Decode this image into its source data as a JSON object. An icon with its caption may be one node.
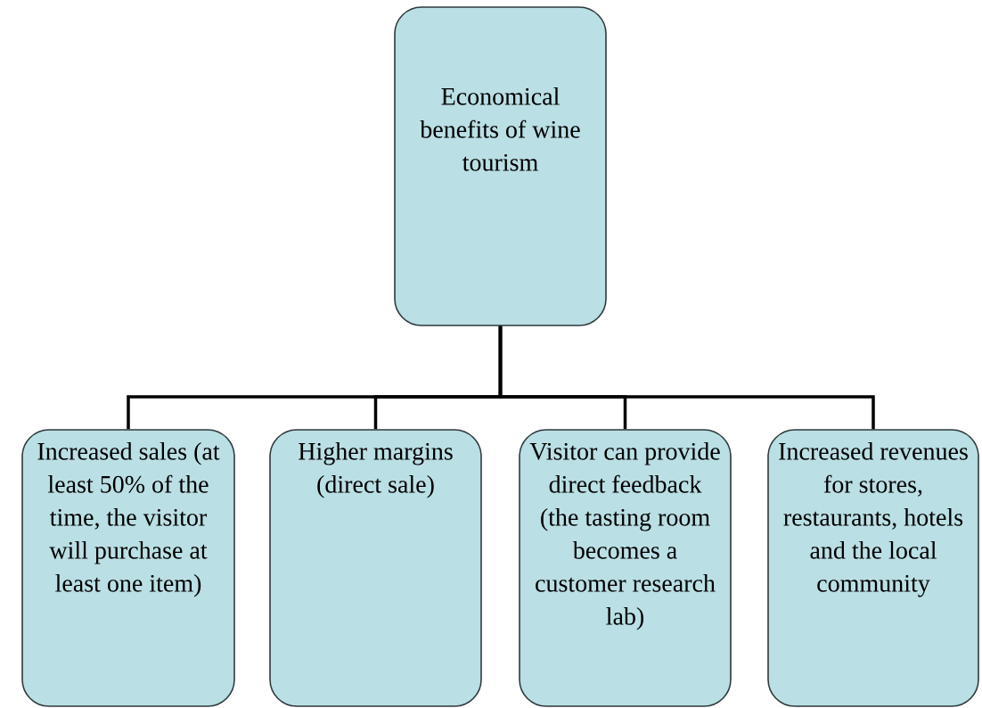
{
  "diagram": {
    "nodes": [
      {
        "text": [
          "Economical benefits of wine tourism"
        ]
      },
      {
        "text": [
          "Increased sales (at least 50% of the time, the visitor will purchase at least one item)"
        ]
      },
      {
        "text": [
          "Higher margins (direct sale)"
        ]
      },
      {
        "text": [
          "Visitor can provide direct feedback (the tasting room becomes a customer research lab)"
        ]
      },
      {
        "text": [
          "Increased revenues for stores, restaurants, hotels and the local community"
        ]
      }
    ],
    "edges": [
      {
        "from": 0,
        "to": 1,
        "arrow": "none"
      },
      {
        "from": 0,
        "to": 2,
        "arrow": "none"
      },
      {
        "from": 0,
        "to": 3,
        "arrow": "none"
      },
      {
        "from": 0,
        "to": 4,
        "arrow": "none"
      }
    ]
  }
}
